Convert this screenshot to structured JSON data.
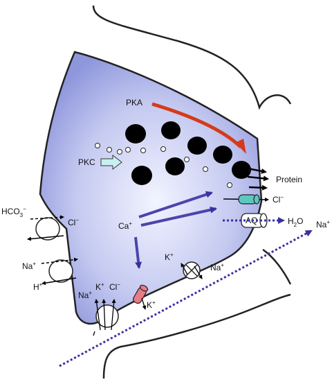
{
  "labels": {
    "pka": "PKA",
    "pkc": "PKC",
    "protein": "Protein",
    "cl_right": "Cl",
    "cl_right_sup": "−",
    "aq": "AQ",
    "h2o_main": "H",
    "h2o_sub": "2",
    "h2o_end": "O",
    "na_top_right": "Na",
    "na_top_right_sup": "+",
    "ca": "Ca",
    "ca_sup": "+",
    "hco3_main": "HCO",
    "hco3_sub": "3",
    "hco3_sup": "−",
    "cl_left": "Cl",
    "cl_left_sup": "−",
    "na_left": "Na",
    "na_left_sup": "+",
    "h_left": "H",
    "h_left_sup": "+",
    "k_mid": "K",
    "k_mid_sup": "+",
    "na_mid": "Na",
    "na_mid_sup": "+",
    "na_bottom": "Na",
    "na_bottom_sup": "+",
    "k_bottom": "K",
    "k_bottom_sup": "+",
    "cl_bottom": "Cl",
    "cl_bottom_sup": "−",
    "k_channel": "K",
    "k_channel_sup": "+"
  },
  "colors": {
    "cell_fill_center": "#f2f4ff",
    "cell_fill_edge": "#8e96dc",
    "pka_arrow": "#d63a1a",
    "ca_arrow": "#4a45ad",
    "na_dotted": "#3a30a0",
    "cl_channel": "#5cc8c0",
    "k_channel": "#e87b86",
    "pkc_arrow": "#c8f0f0",
    "granule": "#000000"
  }
}
